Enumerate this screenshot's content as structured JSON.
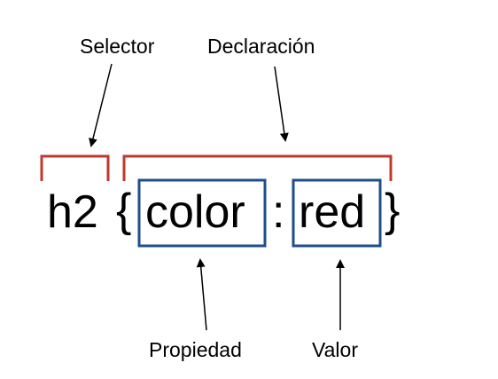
{
  "labels": {
    "selector": "Selector",
    "declaration": "Declaración",
    "property": "Propiedad",
    "value": "Valor"
  },
  "code": {
    "selector": "h2",
    "open_brace": "{",
    "property": "color",
    "colon": ":",
    "value": "red",
    "close_brace": "}"
  },
  "colors": {
    "bracket": "#c0392b",
    "box": "#1f4e8c",
    "text": "#000000",
    "arrow": "#000000"
  }
}
